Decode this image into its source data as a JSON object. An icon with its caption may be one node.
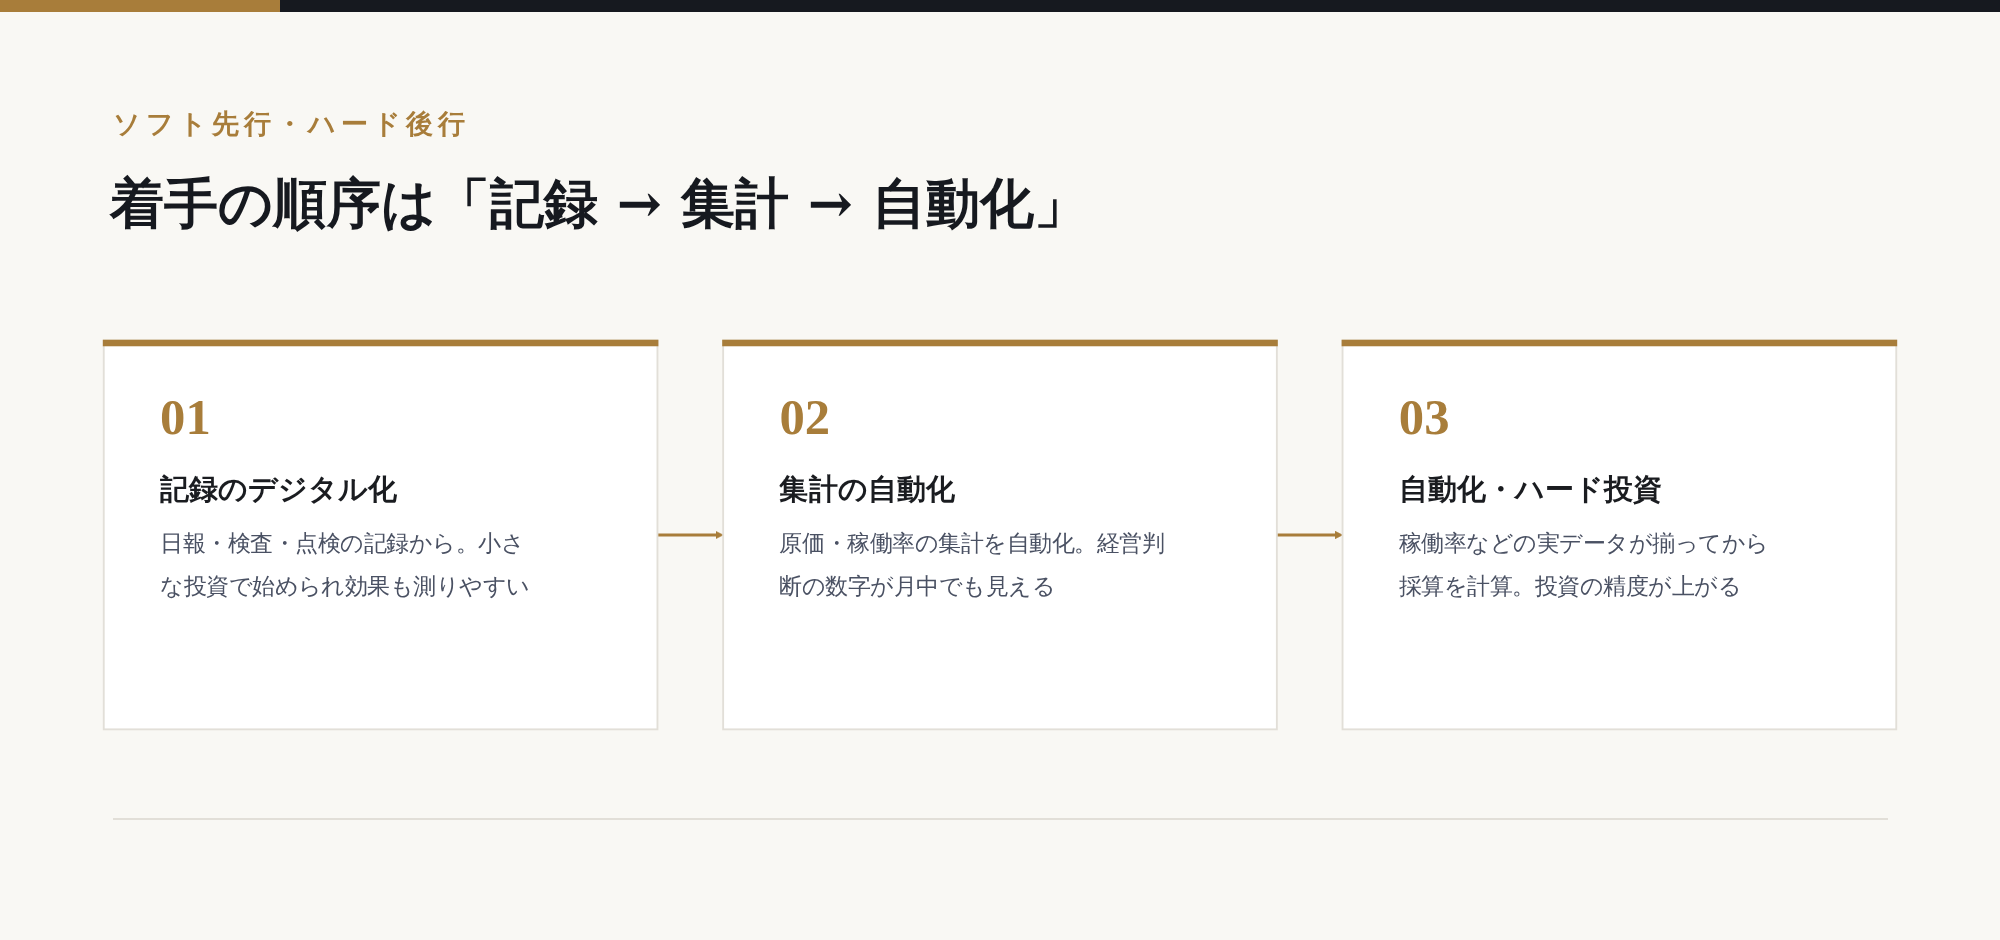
{
  "diagram": {
    "title": "着手の順序は「記録 → 集計 → 自動化」",
    "nodes": [
      {
        "text": [
          "01",
          "記録のデジタル化",
          "日報・検査・点検の記録から。小さな投資で始められ効果も測りやすい"
        ]
      },
      {
        "text": [
          "02",
          "集計の自動化",
          "原価・稼働率の集計を自動化。経営判断の数字が月中でも見える"
        ]
      },
      {
        "text": [
          "03",
          "自動化・ハード投資",
          "稼働率などの実データが揃ってから採算を計算。投資の精度が上がる"
        ]
      }
    ],
    "edges": [
      {
        "from": 0,
        "to": 1,
        "arrow": "to"
      },
      {
        "from": 1,
        "to": 2,
        "arrow": "to"
      }
    ],
    "labels": [
      "ソフト先行・ハード後行"
    ]
  }
}
